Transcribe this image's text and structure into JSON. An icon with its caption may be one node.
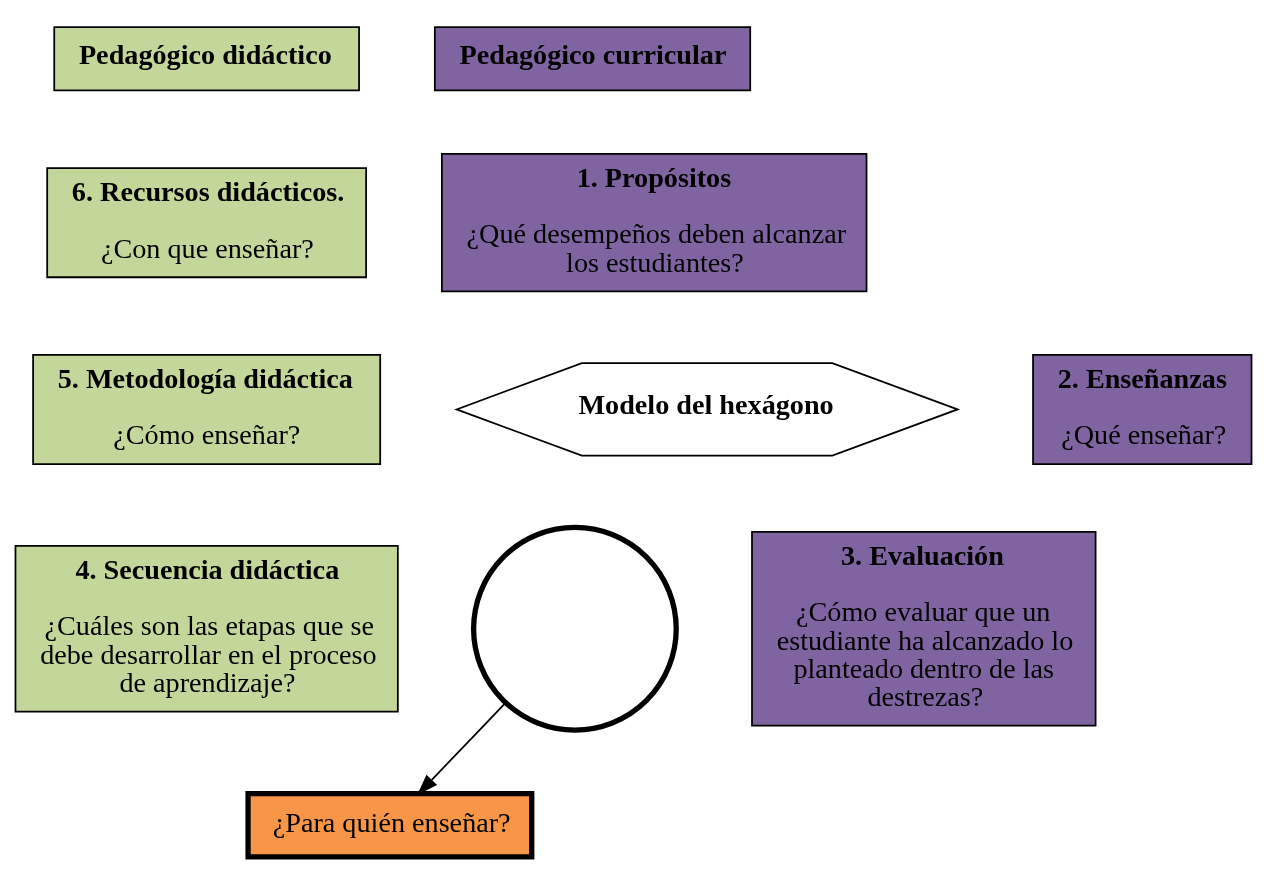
{
  "diagram": {
    "nodes": [
      {
        "text": [
          "Pedagógico didáctico"
        ]
      },
      {
        "text": [
          "Pedagógico curricular"
        ]
      },
      {
        "text": [
          "6. Recursos didácticos.",
          "¿Con que enseñar?"
        ]
      },
      {
        "text": [
          "1. Propósitos",
          "¿Qué desempeños deben alcanzar los estudiantes?"
        ]
      },
      {
        "text": [],
        "shape": "circle"
      },
      {
        "text": [
          "Modelo del hexágono"
        ]
      },
      {
        "text": [
          "5. Metodología didáctica",
          "¿Cómo enseñar?"
        ]
      },
      {
        "text": [
          "2. Enseñanzas",
          "¿Qué enseñar?"
        ]
      },
      {
        "text": [
          "4. Secuencia didáctica",
          "¿Cuáles son las etapas que se debe desarrollar en el proceso de aprendizaje?"
        ]
      },
      {
        "text": [
          "3. Evaluación",
          "¿Cómo evaluar que un estudiante ha alcanzado lo planteado dentro de las destrezas?"
        ]
      },
      {
        "text": [
          "¿Para quién enseñar?"
        ]
      }
    ],
    "edges": [
      {
        "from": 4,
        "to": 10,
        "arrow": "to"
      }
    ]
  }
}
